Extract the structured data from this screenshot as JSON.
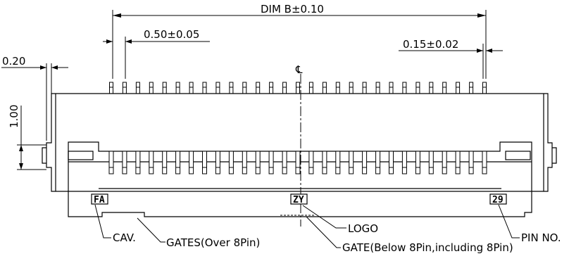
{
  "dimensions": {
    "dim_b": "DIM  B±0.10",
    "pitch": "0.50±0.05",
    "pin_width": "0.15±0.02",
    "offset": "0.20",
    "height": "1.00"
  },
  "centerline_symbol": "℄",
  "markings": {
    "left_box": "FA",
    "center_box": "ZY",
    "right_box": "29"
  },
  "callouts": {
    "cav": "CAV.",
    "gates_over": "GATES(Over  8Pin)",
    "logo": "LOGO",
    "gate_below": "GATE(Below  8Pin,including  8Pin)",
    "pin_no": "PIN  NO."
  },
  "pin_count": 29,
  "colors": {
    "line": "#000000",
    "background": "#ffffff"
  }
}
